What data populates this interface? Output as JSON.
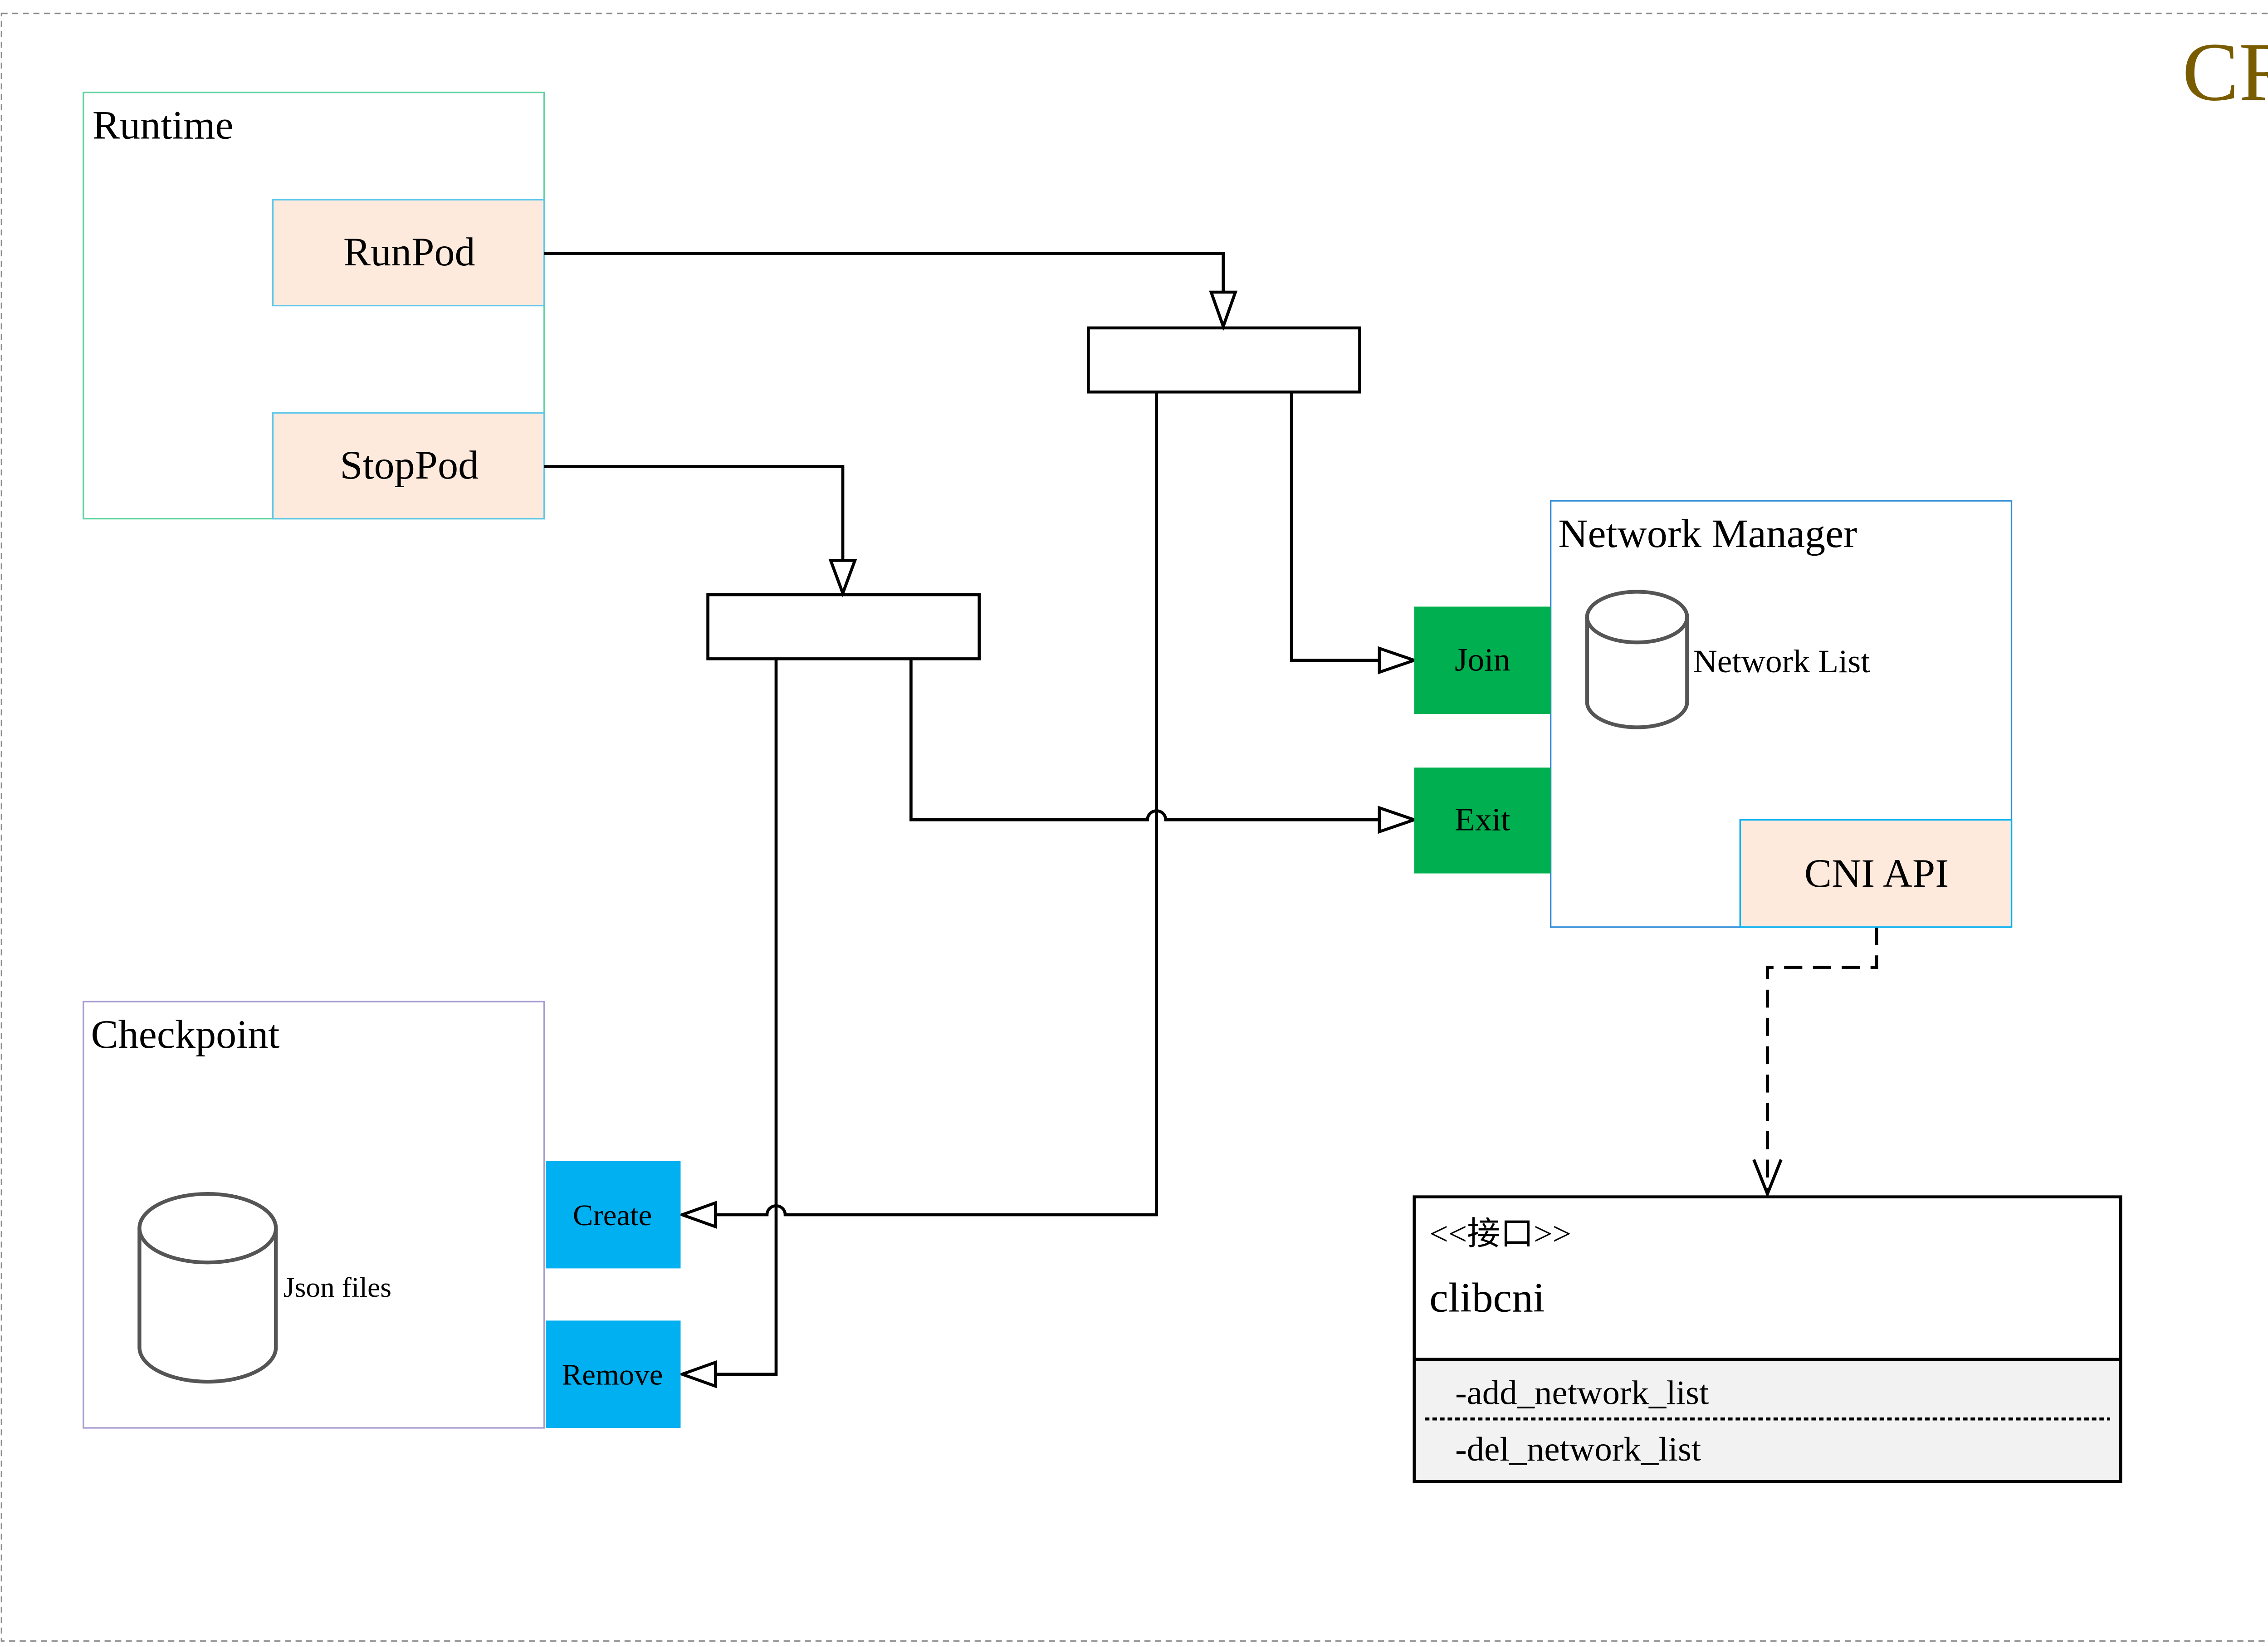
{
  "frame": {
    "title": "CRI",
    "title_color": "#7a5c00"
  },
  "runtime": {
    "title": "Runtime",
    "run_pod": "RunPod",
    "stop_pod": "StopPod"
  },
  "network_manager": {
    "title": "Network Manager",
    "network_list": "Network List",
    "cni_api": "CNI API",
    "join": "Join",
    "exit": "Exit"
  },
  "checkpoint": {
    "title": "Checkpoint",
    "json_files": "Json files",
    "create": "Create",
    "remove": "Remove"
  },
  "clibcni": {
    "stereotype": "<<接口>>",
    "name": "clibcni",
    "methods": [
      "-add_network_list",
      "-del_network_list"
    ]
  },
  "colors": {
    "peach": "#fdeadc",
    "green": "#00b050",
    "blue": "#00b0f0",
    "method_bg": "#f2f2f2"
  }
}
